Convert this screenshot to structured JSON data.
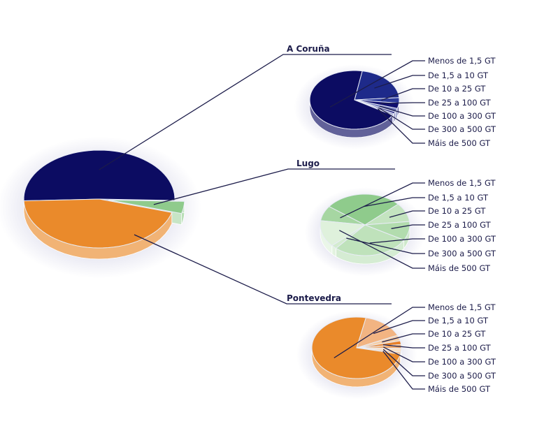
{
  "chart_data": [
    {
      "type": "pie",
      "title": "",
      "categories": [
        "A Coruña",
        "Lugo",
        "Pontevedra"
      ],
      "values": [
        51,
        4,
        45
      ],
      "colors": [
        "#0c0c62",
        "#8fcb8c",
        "#ea8a2b"
      ]
    },
    {
      "type": "pie",
      "title": "A Coruña",
      "categories": [
        "Menos de 1,5 GT",
        "De 1,5 a 10 GT",
        "De 10 a 25 GT",
        "De 25 a 100 GT",
        "De 100 a 300 GT",
        "De 300 a 500 GT",
        "Máis de 500 GT"
      ],
      "values": [
        69,
        21,
        3,
        3,
        2,
        1,
        1
      ],
      "colors": [
        "#0c0c62",
        "#1e2a8a",
        "#2c3a9a",
        "#101070",
        "#6a74b8",
        "#1a1a78",
        "#9aa0d0"
      ]
    },
    {
      "type": "pie",
      "title": "Lugo",
      "categories": [
        "Menos de 1,5 GT",
        "De 1,5 a 10 GT",
        "De 10 a 25 GT",
        "De 25 a 100 GT",
        "De 100 a 300 GT",
        "De 300 a 500 GT",
        "Máis de 500 GT"
      ],
      "values": [
        8,
        28,
        10,
        10,
        28,
        2,
        14
      ],
      "colors": [
        "#a6d6a2",
        "#8fcb8c",
        "#c4e4c0",
        "#b2dcae",
        "#bfe2bb",
        "#d4ecd0",
        "#dff1dc"
      ]
    },
    {
      "type": "pie",
      "title": "Pontevedra",
      "categories": [
        "Menos de 1,5 GT",
        "De 1,5 a 10 GT",
        "De 10 a 25 GT",
        "De 25 a 100 GT",
        "De 100 a 300 GT",
        "De 300 a 500 GT",
        "Máis de 500 GT"
      ],
      "values": [
        75,
        15,
        3,
        2,
        2,
        2,
        1
      ],
      "colors": [
        "#ea8a2b",
        "#f2b482",
        "#f6cfa8",
        "#e8822a",
        "#f0a868",
        "#fbe2c6",
        "#f4c08e"
      ]
    }
  ]
}
